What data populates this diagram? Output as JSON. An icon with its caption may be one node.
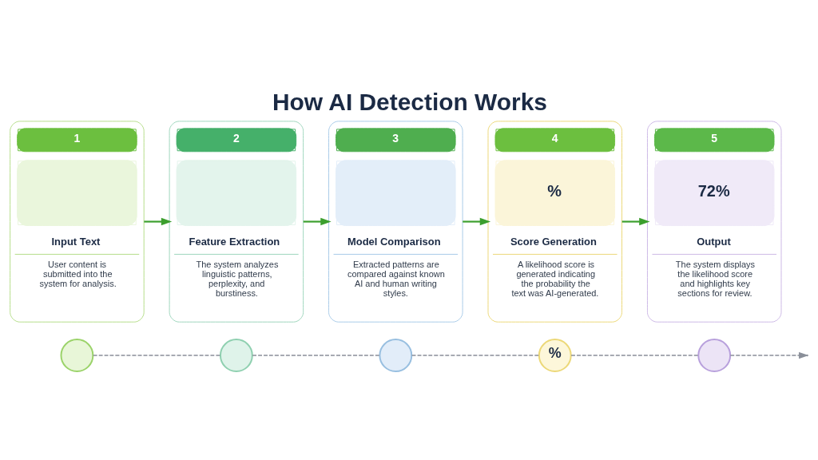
{
  "diagram": {
    "title": "How AI Detection Works",
    "nodes": [
      {
        "text": [
          "1",
          "Input Text",
          "User content is submitted into the system for analysis."
        ]
      },
      {
        "text": [
          "2",
          "Feature Extraction",
          "The system analyzes linguistic patterns, perplexity, and burstiness."
        ]
      },
      {
        "text": [
          "3",
          "Model Comparison",
          "Extracted patterns are compared against known AI and human writing styles."
        ]
      },
      {
        "text": [
          "4",
          "%",
          "Score Generation",
          "A likelihood score is generated indicating the probability the text was AI-generated."
        ]
      },
      {
        "text": [
          "5",
          "72%",
          "Output",
          "The system displays the likelihood score and highlights key sections for review."
        ]
      },
      {
        "text": [],
        "shape": "circle"
      },
      {
        "text": [],
        "shape": "circle"
      },
      {
        "text": [],
        "shape": "circle"
      },
      {
        "text": [
          "%"
        ]
      },
      {
        "text": [],
        "shape": "circle"
      }
    ],
    "edges": [
      {
        "from": 0,
        "to": 1,
        "arrow": "to",
        "color": "#3c9f2e"
      },
      {
        "from": 1,
        "to": 2,
        "arrow": "to",
        "color": "#3c9f2e"
      },
      {
        "from": 2,
        "to": 3,
        "arrow": "to",
        "color": "#3c9f2e"
      },
      {
        "from": 3,
        "to": 4,
        "arrow": "to",
        "color": "#3c9f2e"
      },
      {
        "from": 5,
        "to": 6,
        "arrow": "none",
        "style": "dashed"
      },
      {
        "from": 6,
        "to": 7,
        "arrow": "none",
        "style": "dashed"
      },
      {
        "from": 7,
        "to": 8,
        "arrow": "none",
        "style": "dashed"
      },
      {
        "from": 8,
        "to": 9,
        "arrow": "none",
        "style": "dashed"
      },
      {
        "from": 9,
        "to": null,
        "arrow": "to",
        "style": "dashed"
      }
    ]
  }
}
